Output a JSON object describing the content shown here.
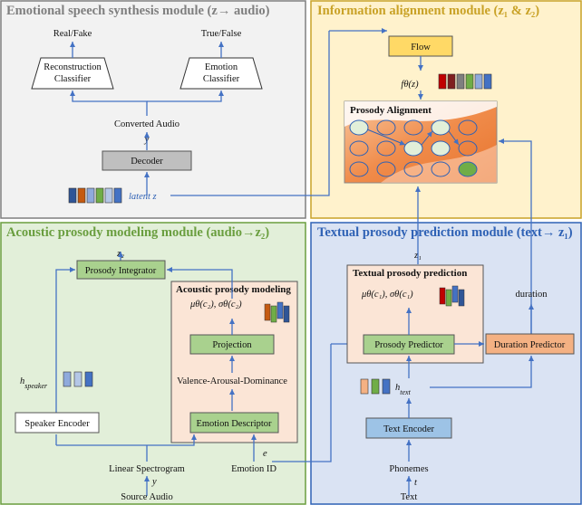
{
  "panels": {
    "emotional": {
      "title": "Emotional speech synthesis module (z→ audio)",
      "color": "#7f7f7f"
    },
    "alignment": {
      "title": "Information alignment module (z₁ & z₂)",
      "color": "#c9a227"
    },
    "acoustic": {
      "title": "Acoustic prosody modeling module (audio→z₂)",
      "color": "#6a9e3f"
    },
    "textual": {
      "title": "Textual prosody prediction module (text→ z₁)",
      "color": "#2f62b5"
    }
  },
  "emotional": {
    "real_fake": "Real/Fake",
    "true_false": "True/False",
    "reconstruction_classifier": "Reconstruction Classifier",
    "emotion_classifier": "Emotion Classifier",
    "converted_audio": "Converted Audio",
    "y_hat": "ŷ",
    "decoder": "Decoder",
    "latent_z": "latent z"
  },
  "alignment": {
    "flow": "Flow",
    "f_theta": "fθ(z)",
    "prosody_alignment": "Prosody Alignment"
  },
  "acoustic": {
    "z2": "z₂",
    "prosody_integrator": "Prosody Integrator",
    "acoustic_prosody_modeling": "Acoustic prosody modeling",
    "mu_sigma": "μθ(c₂), σθ(c₂)",
    "projection": "Projection",
    "vad": "Valence-Arousal-Dominance",
    "emotion_descriptor": "Emotion Descriptor",
    "h_speaker": "h",
    "h_speaker_sub": "speaker",
    "speaker_encoder": "Speaker Encoder",
    "linear_spectrogram": "Linear Spectrogram",
    "y": "y",
    "source_audio": "Source Audio",
    "e": "e",
    "emotion_id": "Emotion ID"
  },
  "textual": {
    "z1": "z₁",
    "textual_prosody_prediction": "Textual prosody prediction",
    "mu_sigma": "μθ(c₁), σθ(c₁)",
    "duration": "duration",
    "prosody_predictor": "Prosody Predictor",
    "duration_predictor": "Duration Predictor",
    "h_text": "h",
    "h_text_sub": "text",
    "text_encoder": "Text Encoder",
    "phonemes": "Phonemes",
    "t": "t",
    "text": "Text"
  },
  "colors": {
    "arrow": "#4472c4",
    "decoder_fill": "#bfbfbf",
    "flow_fill": "#ffd966",
    "green_box": "#a9d18e",
    "blue_box": "#9dc3e6",
    "orange_box": "#f4b183"
  }
}
